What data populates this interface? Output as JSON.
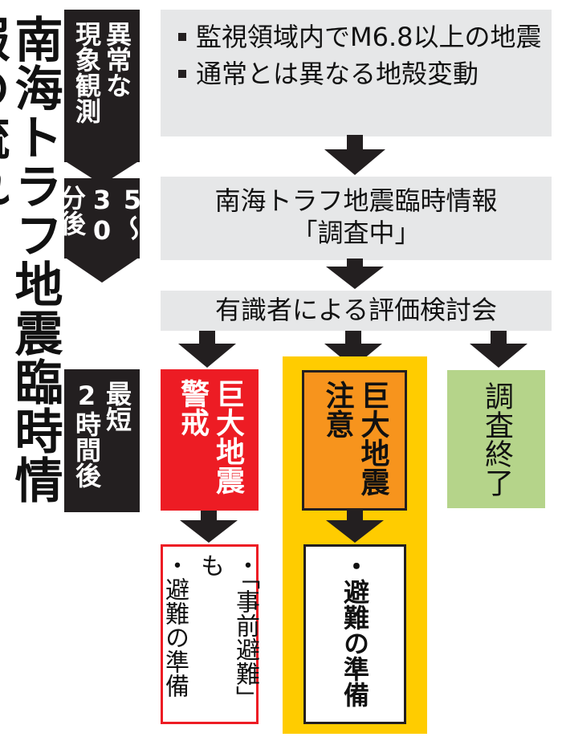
{
  "title": "南海トラフ地震臨時情報の流れ",
  "stages": {
    "stage1": {
      "line1": "異常な",
      "line2": "現象観測"
    },
    "stage2": {
      "line1": "5〜",
      "line2": "30分後"
    },
    "stage3": {
      "line1": "最短",
      "line2": "2時間後"
    }
  },
  "observations": {
    "item1": "監視領域内でM6.8以上の地震",
    "item2": "通常とは異なる地殻変動"
  },
  "info": {
    "line1": "南海トラフ地震臨時情報",
    "line2": "「調査中」"
  },
  "committee": "有識者による評価検討会",
  "outcomes": {
    "warning": {
      "line1": "巨大地震",
      "line2": "警戒",
      "actions": [
        "・「事前避難」も",
        "・避難の準備"
      ]
    },
    "caution": {
      "line1": "巨大地震",
      "line2": "注意",
      "actions": [
        "・避難の準備"
      ]
    },
    "end": {
      "label": "調査終了"
    }
  },
  "colors": {
    "stage_bg": "#231f20",
    "box_gray": "#e6e7e8",
    "warning_red": "#ed1c24",
    "caution_yellow": "#ffcc00",
    "caution_orange": "#f7941d",
    "end_green": "#b5d48a"
  },
  "icons": {
    "arrow": "arrow-down-icon"
  }
}
